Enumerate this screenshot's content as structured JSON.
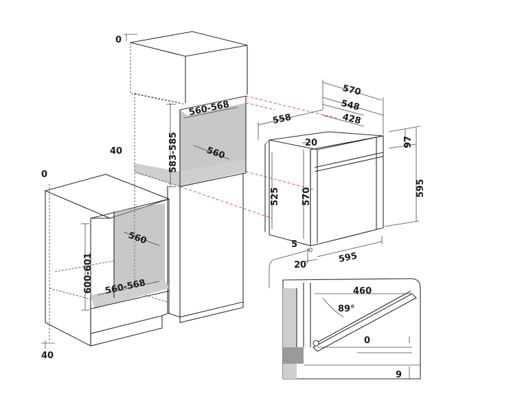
{
  "colors": {
    "line": "#2a2a2a",
    "shade": "#9a9a9a",
    "shade_light": "#cfcfcf",
    "guide": "#d04040"
  },
  "dims": {
    "tall_top_0": "0",
    "tall_left_40": "40",
    "tall_depth": "560-568",
    "tall_height": "583-585",
    "tall_inner": "560",
    "base_top_0": "0",
    "base_height": "600-601",
    "base_inner": "560",
    "base_depth": "560-568",
    "base_bottom_40": "40",
    "oven_width_570": "570",
    "oven_width_548": "548",
    "oven_width_428": "428",
    "oven_depth_558": "558",
    "oven_20": "20",
    "oven_97": "97",
    "oven_525": "525",
    "oven_570": "570",
    "oven_595_height": "595",
    "oven_5": "5",
    "oven_20_bottom": "20",
    "oven_595_width": "595",
    "door_460": "460",
    "door_angle": "89°",
    "door_0": "0",
    "door_9": "9"
  }
}
